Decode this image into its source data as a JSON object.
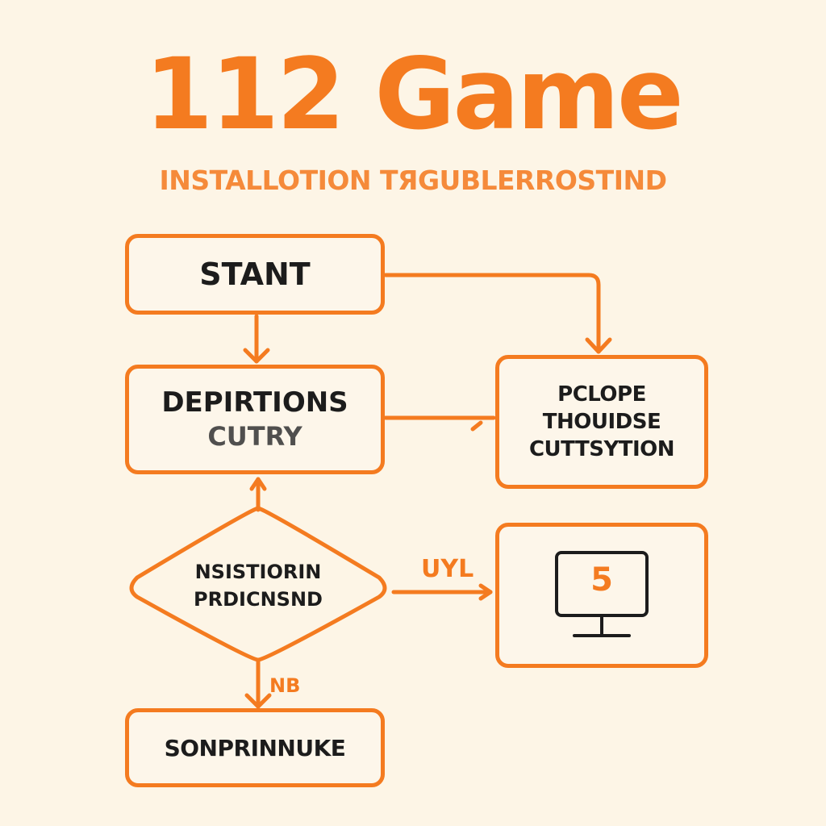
{
  "header": {
    "title": "112 Game",
    "subtitle": "INSTALLOTION TЯGUBLERROSTIND"
  },
  "colors": {
    "accent": "#f47b20",
    "background": "#fdf5e6",
    "text": "#1c1c1c"
  },
  "nodes": {
    "start": {
      "label": "STANT",
      "shape": "rounded-rect"
    },
    "depirtions": {
      "line1": "DEPIRTIONS",
      "line2": "CUTRY",
      "shape": "rounded-rect"
    },
    "pclope": {
      "line1": "PCLOPE",
      "line2": "THOUIDSE",
      "line3": "CUTTSYTION",
      "shape": "rounded-rect"
    },
    "decision": {
      "line1": "NSISTIORIN",
      "line2": "PRDICNSND",
      "shape": "diamond"
    },
    "monitor": {
      "digit": "5",
      "icon": "monitor-icon",
      "shape": "rounded-rect"
    },
    "sonp": {
      "label": "SONPRINNUKE",
      "shape": "rounded-rect"
    }
  },
  "edges": [
    {
      "from": "start",
      "to": "depirtions",
      "label": ""
    },
    {
      "from": "start",
      "to": "pclope",
      "label": ""
    },
    {
      "from": "depirtions",
      "to": "pclope",
      "label": ""
    },
    {
      "from": "decision",
      "to": "depirtions",
      "label": ""
    },
    {
      "from": "decision",
      "to": "monitor",
      "label": "UYL"
    },
    {
      "from": "decision",
      "to": "sonp",
      "label": "NB"
    }
  ],
  "edge_labels": {
    "to_monitor": "UYL",
    "to_sonp": "NB"
  }
}
